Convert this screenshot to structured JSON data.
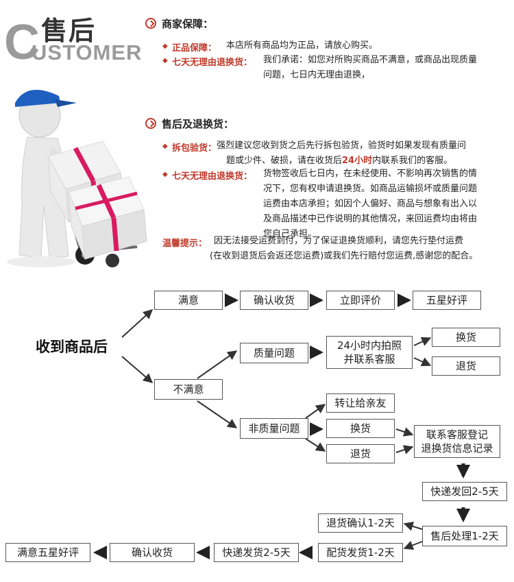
{
  "header": {
    "title_cn": "售后",
    "title_en_initial": "C",
    "title_en_rest": "USTOMER"
  },
  "guarantee": {
    "title": "商家保障：",
    "items": [
      {
        "label": "正品保障：",
        "text": "本店所有商品均为正品，请放心购买。"
      },
      {
        "label": "七天无理由退换货：",
        "text_line1": "我们承诺：如您对所购买商品不满意，或商品出现质量",
        "text_line2": "问题，七日内无理由退换，"
      }
    ]
  },
  "returns": {
    "title": "售后及退换货：",
    "items": [
      {
        "label": "拆包验货：",
        "text_line1": "强烈建议您收到货之后先行拆包验货，验货时如果发现有质量问",
        "text_line2_pre": "题或少件、破损，请在收货后",
        "text_line2_highlight": "24小时",
        "text_line2_post": "内联系我们的客服。"
      },
      {
        "label": "七天无理由退换货：",
        "text_line1": "货物签收后七日内，在未经使用、不影响再次销售的情",
        "text_line2": "况下，您有权申请退换货。如商品运输损坏或质量问题",
        "text_line3": "运费由本店承担；如因个人偏好、商品与想象有出入以",
        "text_line4": "及商品描述中已作说明的其他情况，来回运费均由将由",
        "text_line5": "您自己承担。"
      }
    ],
    "tip_label": "温馨提示：",
    "tip_line1": "因无法接受运费到付，为了保证退换货顺利，请您先行垫付运费",
    "tip_line2": "(在收到退货后会返还您运费)或我们先行赔付您运费,感谢您的配合。"
  },
  "flow": {
    "start": "收到商品后",
    "satisfied": "满意",
    "confirm_receipt": "确认收货",
    "review_now": "立即评价",
    "five_star": "五星好评",
    "unsatisfied": "不满意",
    "quality_issue": "质量问题",
    "photo_contact_line1": "24小时内拍照",
    "photo_contact_line2": "并联系客服",
    "exchange": "换货",
    "refund": "退货",
    "non_quality_issue": "非质量问题",
    "transfer_friend": "转让给亲友",
    "exchange2": "换货",
    "refund2": "退货",
    "contact_register_line1": "联系客服登记",
    "contact_register_line2": "退换货信息记录",
    "express_return": "快递发回2-5天",
    "after_sale_process": "售后处理1-2天",
    "refund_confirm": "退货确认1-2天",
    "dispatch": "配货发货1-2天",
    "express_ship": "快递发货2-5天",
    "confirm_receipt2": "确认收货",
    "satisfied_five_star": "满意五星好评"
  },
  "colors": {
    "accent_red": "#c0392b",
    "ribbon_pink": "#d81b60",
    "cap_blue": "#1f5fbf"
  }
}
